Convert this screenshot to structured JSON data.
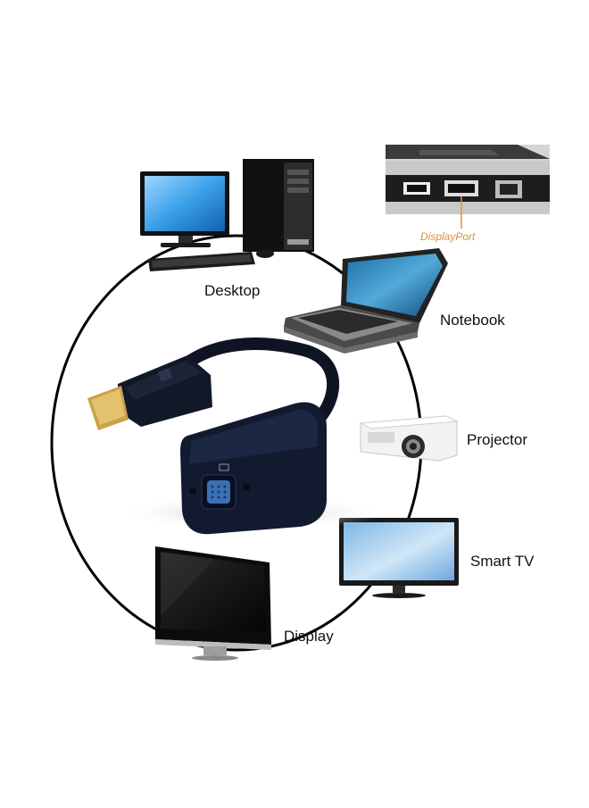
{
  "labels": {
    "desktop": "Desktop",
    "notebook": "Notebook",
    "projector": "Projector",
    "smart_tv": "Smart TV",
    "display": "Display",
    "port": "DisplayPort"
  },
  "colors": {
    "cable": "#0f1424",
    "callout": "#e0903a",
    "screen_blue": "#3aa0e8"
  },
  "icons": [
    "desktop-computer-icon",
    "laptop-icon",
    "projector-icon",
    "tv-icon",
    "monitor-icon",
    "displayport-to-vga-adapter-icon",
    "port-panel-icon"
  ]
}
